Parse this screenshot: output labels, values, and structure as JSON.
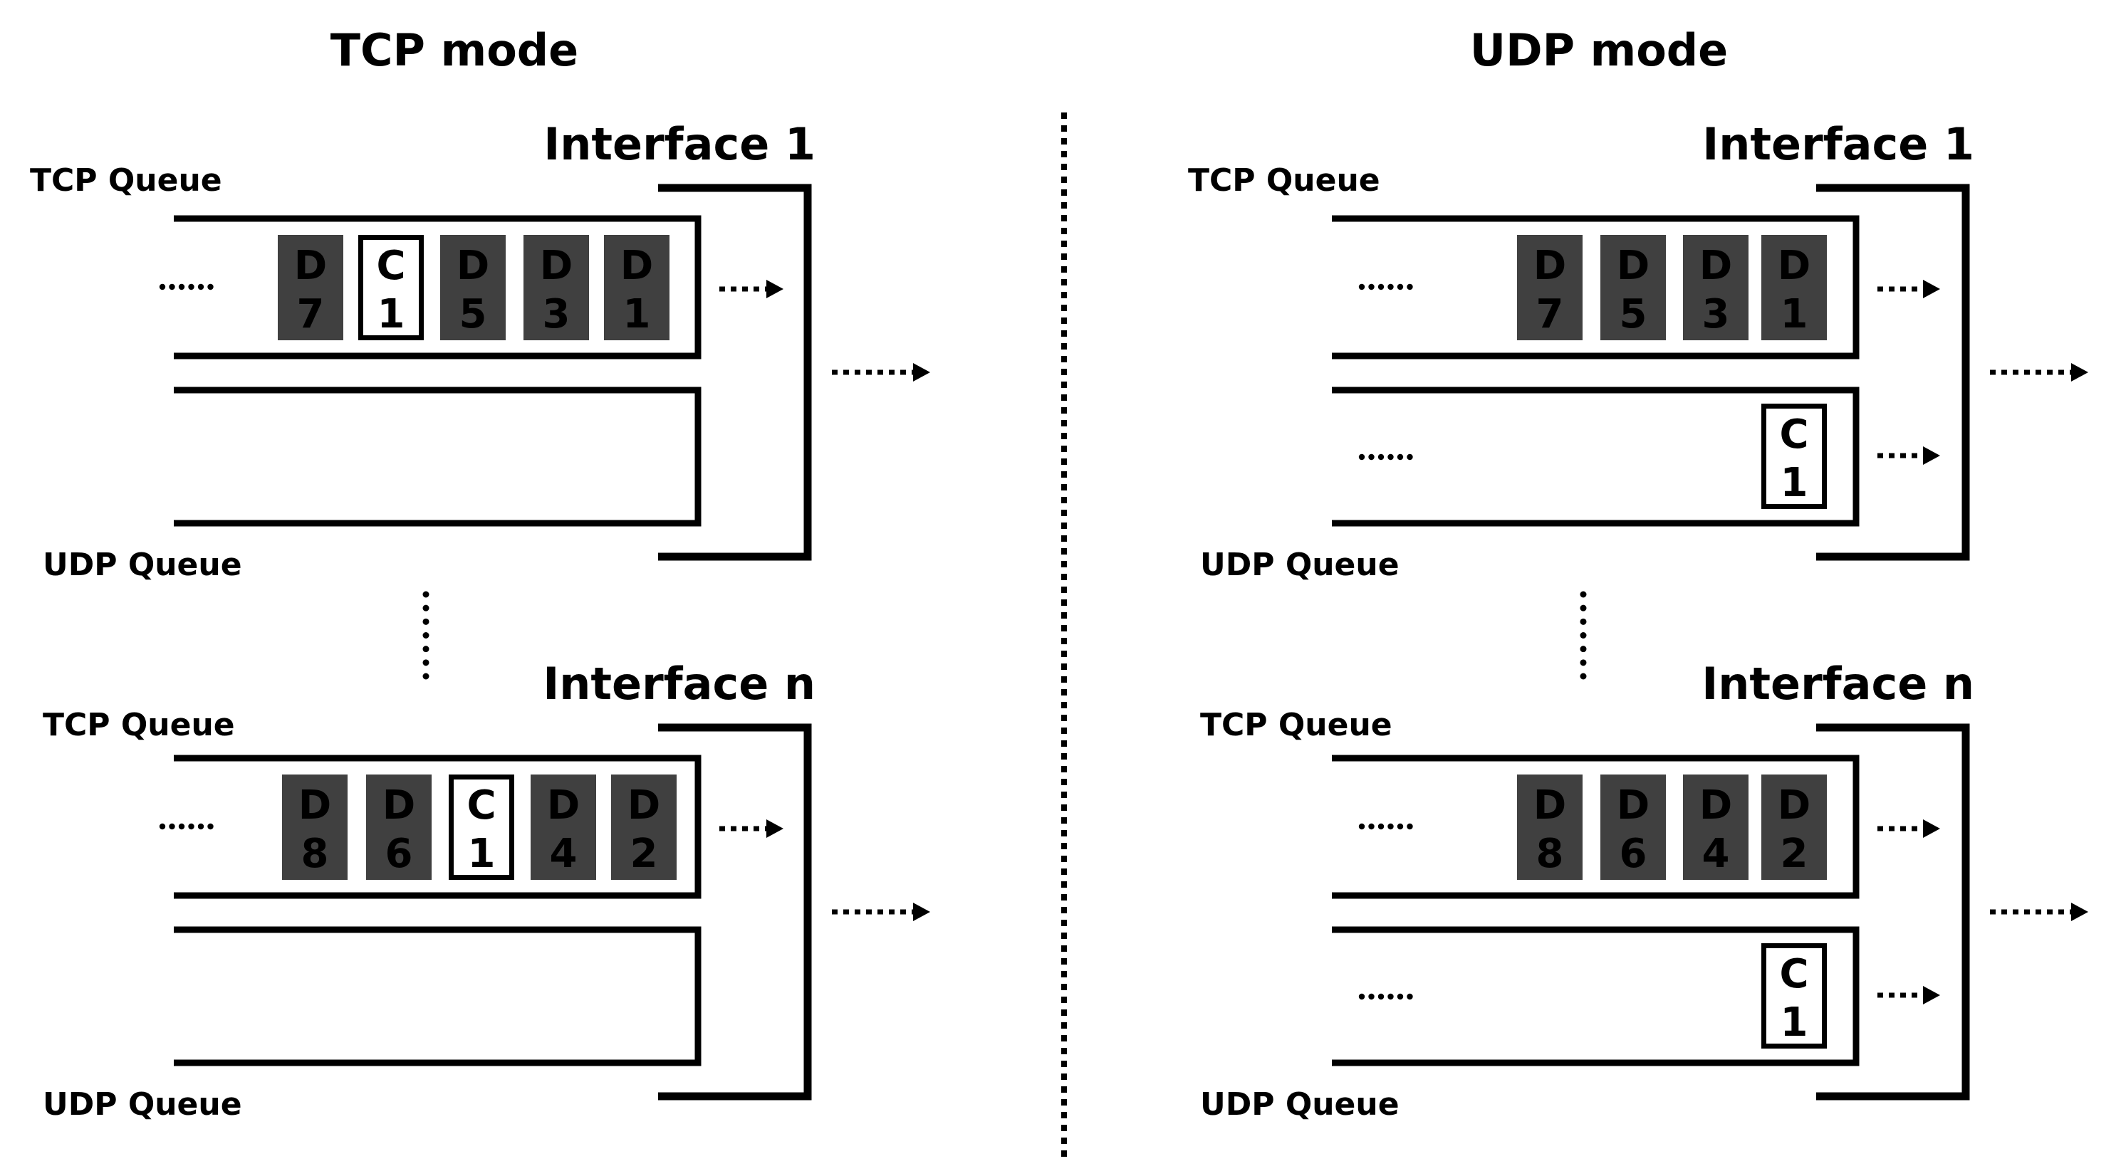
{
  "modes": [
    {
      "id": "tcp-mode",
      "title": "TCP mode",
      "interfaces": [
        {
          "label": "Interface 1",
          "tcp_queue": {
            "label": "TCP Queue",
            "packets": [
              {
                "type": "data",
                "letter": "D",
                "num": "7"
              },
              {
                "type": "control",
                "letter": "C",
                "num": "1"
              },
              {
                "type": "data",
                "letter": "D",
                "num": "5"
              },
              {
                "type": "data",
                "letter": "D",
                "num": "3"
              },
              {
                "type": "data",
                "letter": "D",
                "num": "1"
              }
            ]
          },
          "udp_queue": {
            "label": "UDP Queue",
            "packets": []
          }
        },
        {
          "label": "Interface n",
          "tcp_queue": {
            "label": "TCP Queue",
            "packets": [
              {
                "type": "data",
                "letter": "D",
                "num": "8"
              },
              {
                "type": "data",
                "letter": "D",
                "num": "6"
              },
              {
                "type": "control",
                "letter": "C",
                "num": "1"
              },
              {
                "type": "data",
                "letter": "D",
                "num": "4"
              },
              {
                "type": "data",
                "letter": "D",
                "num": "2"
              }
            ]
          },
          "udp_queue": {
            "label": "UDP Queue",
            "packets": []
          }
        }
      ]
    },
    {
      "id": "udp-mode",
      "title": "UDP mode",
      "interfaces": [
        {
          "label": "Interface 1",
          "tcp_queue": {
            "label": "TCP Queue",
            "packets": [
              {
                "type": "data",
                "letter": "D",
                "num": "7"
              },
              {
                "type": "data",
                "letter": "D",
                "num": "5"
              },
              {
                "type": "data",
                "letter": "D",
                "num": "3"
              },
              {
                "type": "data",
                "letter": "D",
                "num": "1"
              }
            ]
          },
          "udp_queue": {
            "label": "UDP Queue",
            "packets": [
              {
                "type": "control",
                "letter": "C",
                "num": "1"
              }
            ]
          }
        },
        {
          "label": "Interface n",
          "tcp_queue": {
            "label": "TCP Queue",
            "packets": [
              {
                "type": "data",
                "letter": "D",
                "num": "8"
              },
              {
                "type": "data",
                "letter": "D",
                "num": "6"
              },
              {
                "type": "data",
                "letter": "D",
                "num": "4"
              },
              {
                "type": "data",
                "letter": "D",
                "num": "2"
              }
            ]
          },
          "udp_queue": {
            "label": "UDP Queue",
            "packets": [
              {
                "type": "control",
                "letter": "C",
                "num": "1"
              }
            ]
          }
        }
      ]
    }
  ],
  "colors": {
    "data_packet_fill": "#404040",
    "control_packet_fill": "#ffffff",
    "line": "#000000",
    "background": "#ffffff"
  }
}
